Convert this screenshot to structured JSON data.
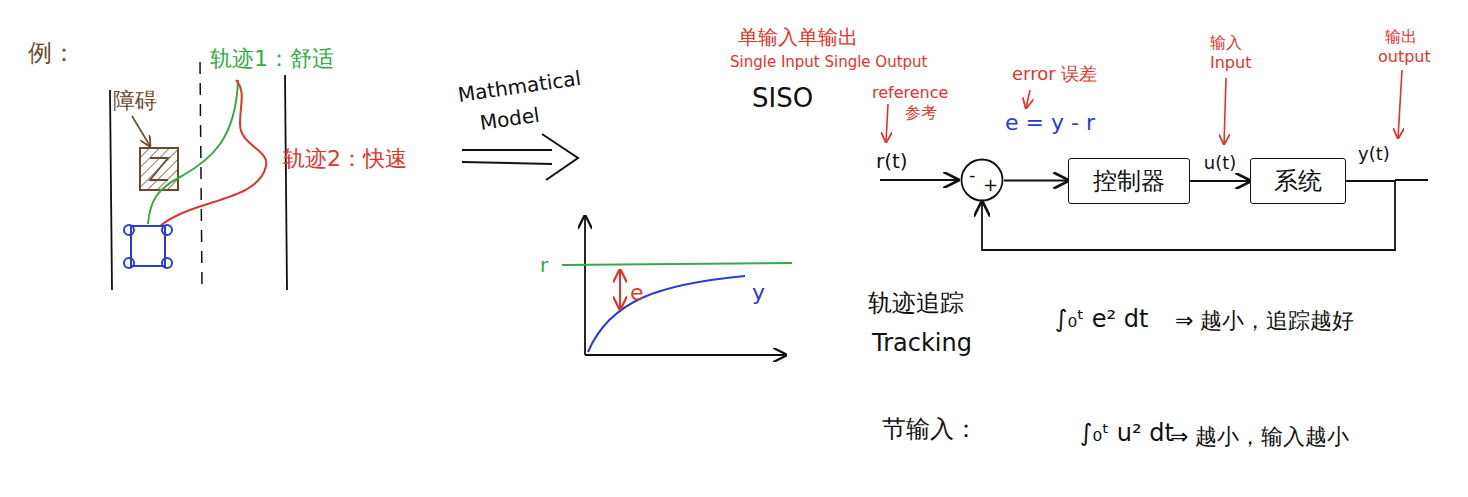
{
  "diagram": {
    "nodes": [
      {
        "text": [
          "-",
          "+"
        ]
      },
      {
        "text": [
          "控制器"
        ]
      },
      {
        "text": [
          "系统"
        ]
      }
    ],
    "edges": [
      {
        "from": 0,
        "to": 1,
        "arrow": "to"
      },
      {
        "from": 1,
        "to": 2,
        "label": "u(t)",
        "arrow": "to"
      },
      {
        "from": 2,
        "to": 0,
        "arrow": "to"
      }
    ],
    "labels": [
      "例：",
      "障碍",
      "轨迹1：舒适",
      "轨迹2：快速",
      "Mathmatical",
      "Model",
      "r",
      "e",
      "y",
      "单输入单输出",
      "Single Input Single Output",
      "SISO",
      "reference",
      "参考",
      "r(t)",
      "error 误差",
      "e = y - r",
      "输入",
      "Input",
      "y(t)",
      "输出",
      "output",
      "轨迹追踪",
      "Tracking",
      "∫₀ᵗ e² dt",
      "⇒ 越小，追踪越好",
      "节输入：",
      "∫₀ᵗ u² dt",
      "⇒ 越小，输入越小"
    ]
  }
}
